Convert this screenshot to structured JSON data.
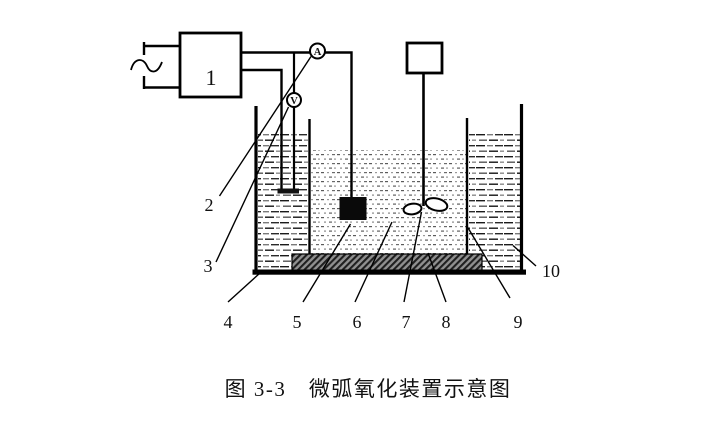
{
  "figure": {
    "caption": "图 3-3　微弧氧化装置示意图",
    "meters": {
      "ammeter_letter": "A",
      "voltmeter_letter": "V"
    },
    "part_numbers": {
      "n1": "1",
      "n2": "2",
      "n3": "3",
      "n4": "4",
      "n5": "5",
      "n6": "6",
      "n7": "7",
      "n8": "8",
      "n9": "9",
      "n10": "10"
    },
    "colors": {
      "line": "#000000",
      "background": "#ffffff",
      "sample_fill": "#0a0a0a",
      "plate_hatch_dark": "#1f1f1f",
      "plate_hatch_light": "#909090",
      "water_dash": "#1a1a1a",
      "electrolyte_dot": "#555555"
    }
  }
}
